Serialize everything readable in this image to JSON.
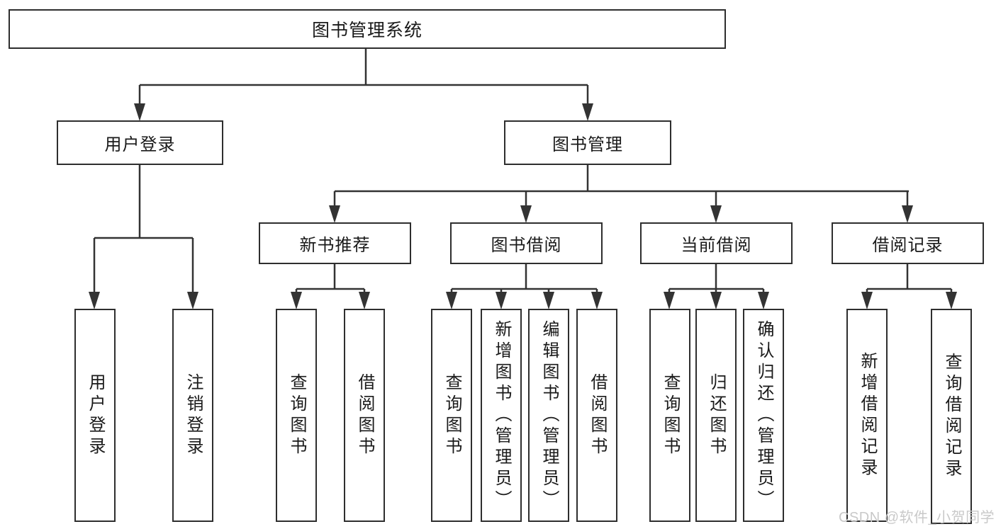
{
  "tree": {
    "label": "图书管理系统",
    "children": [
      {
        "label": "用户登录",
        "children": [
          {
            "label": "用户登录"
          },
          {
            "label": "注销登录"
          }
        ]
      },
      {
        "label": "图书管理",
        "children": [
          {
            "label": "新书推荐",
            "children": [
              {
                "label": "查询图书"
              },
              {
                "label": "借阅图书"
              }
            ]
          },
          {
            "label": "图书借阅",
            "children": [
              {
                "label": "查询图书"
              },
              {
                "label": "新增图书（管理员）"
              },
              {
                "label": "编辑图书（管理员）"
              },
              {
                "label": "借阅图书"
              }
            ]
          },
          {
            "label": "当前借阅",
            "children": [
              {
                "label": "查询图书"
              },
              {
                "label": "归还图书"
              },
              {
                "label": "确认归还（管理员）"
              }
            ]
          },
          {
            "label": "借阅记录",
            "children": [
              {
                "label": "新增借阅记录"
              },
              {
                "label": "查询借阅记录"
              }
            ]
          }
        ]
      }
    ]
  },
  "watermark": {
    "text": "CSDN @软件_小贺同学",
    "color": "#c9c9c9"
  },
  "colors": {
    "line": "#333333",
    "box_border": "#2e2e2e",
    "text": "#1a1a1a",
    "background": "#ffffff"
  }
}
